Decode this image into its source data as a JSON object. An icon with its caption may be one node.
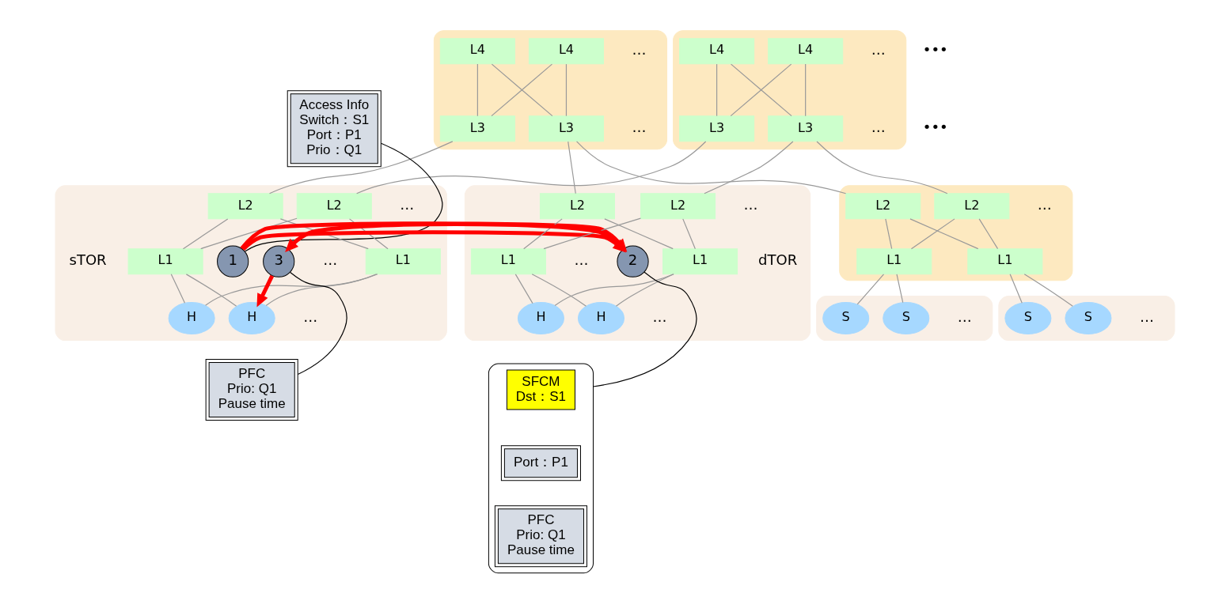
{
  "diagram": {
    "nodes": [
      {
        "text": [],
        "shape": "box"
      },
      {
        "text": [
          "L4"
        ],
        "in": 0
      },
      {
        "text": [
          "L4"
        ],
        "in": 0
      },
      {
        "text": [
          "L3"
        ],
        "in": 0
      },
      {
        "text": [
          "L3"
        ],
        "in": 0
      },
      {
        "text": [],
        "shape": "box"
      },
      {
        "text": [
          "L4"
        ],
        "in": 5
      },
      {
        "text": [
          "L4"
        ],
        "in": 5
      },
      {
        "text": [
          "L3"
        ],
        "in": 5
      },
      {
        "text": [
          "L3"
        ],
        "in": 5
      },
      {
        "text": [
          "Access Info",
          "Switch：S1",
          "Port：P1",
          "Prio：Q1"
        ]
      },
      {
        "text": [],
        "shape": "box"
      },
      {
        "text": [
          "L2"
        ],
        "in": 11
      },
      {
        "text": [
          "L2"
        ],
        "in": 11
      },
      {
        "text": [
          "L1"
        ],
        "in": 11,
        "beside": [
          "sTOR"
        ]
      },
      {
        "text": [
          "L1"
        ],
        "in": 11
      },
      {
        "text": [
          "H"
        ],
        "in": 11
      },
      {
        "text": [
          "H"
        ],
        "in": 11
      },
      {
        "text": [
          "1"
        ],
        "in": 11
      },
      {
        "text": [
          "3"
        ],
        "in": 11
      },
      {
        "text": [],
        "shape": "box"
      },
      {
        "text": [
          "L2"
        ],
        "in": 20
      },
      {
        "text": [
          "L2"
        ],
        "in": 20
      },
      {
        "text": [
          "L1"
        ],
        "in": 20
      },
      {
        "text": [
          "L1"
        ],
        "in": 20,
        "beside": [
          "dTOR"
        ]
      },
      {
        "text": [
          "H"
        ],
        "in": 20
      },
      {
        "text": [
          "H"
        ],
        "in": 20
      },
      {
        "text": [
          "2"
        ],
        "in": 20
      },
      {
        "text": [],
        "shape": "box"
      },
      {
        "text": [
          "L2"
        ],
        "in": 28
      },
      {
        "text": [
          "L2"
        ],
        "in": 28
      },
      {
        "text": [
          "L1"
        ],
        "in": 28
      },
      {
        "text": [
          "L1"
        ],
        "in": 28
      },
      {
        "text": [],
        "shape": "box"
      },
      {
        "text": [
          "S"
        ],
        "in": 33
      },
      {
        "text": [
          "S"
        ],
        "in": 33
      },
      {
        "text": [],
        "shape": "box"
      },
      {
        "text": [
          "S"
        ],
        "in": 36
      },
      {
        "text": [
          "S"
        ],
        "in": 36
      },
      {
        "text": [
          "PFC",
          "Prio: Q1",
          "Pause time"
        ]
      },
      {
        "text": [],
        "shape": "box"
      },
      {
        "text": [
          "SFCM",
          "Dst：S1"
        ],
        "in": 40
      },
      {
        "text": [
          "Port：P1"
        ],
        "in": 40
      },
      {
        "text": [
          "PFC",
          "Prio: Q1",
          "Pause time"
        ],
        "in": 40
      }
    ],
    "edges": [
      {
        "from": 1,
        "to": 3,
        "arrow": "none"
      },
      {
        "from": 1,
        "to": 4,
        "arrow": "none"
      },
      {
        "from": 2,
        "to": 3,
        "arrow": "none"
      },
      {
        "from": 2,
        "to": 4,
        "arrow": "none"
      },
      {
        "from": 6,
        "to": 8,
        "arrow": "none"
      },
      {
        "from": 6,
        "to": 9,
        "arrow": "none"
      },
      {
        "from": 7,
        "to": 8,
        "arrow": "none"
      },
      {
        "from": 7,
        "to": 9,
        "arrow": "none"
      },
      {
        "from": 3,
        "to": 12,
        "arrow": "none"
      },
      {
        "from": 4,
        "to": 21,
        "arrow": "none"
      },
      {
        "from": 4,
        "to": 29,
        "arrow": "none"
      },
      {
        "from": 8,
        "to": 13,
        "arrow": "none"
      },
      {
        "from": 9,
        "to": 22,
        "arrow": "none"
      },
      {
        "from": 9,
        "to": 30,
        "arrow": "none"
      },
      {
        "from": 12,
        "to": 14,
        "arrow": "none"
      },
      {
        "from": 12,
        "to": 15,
        "arrow": "none"
      },
      {
        "from": 13,
        "to": 14,
        "arrow": "none"
      },
      {
        "from": 13,
        "to": 15,
        "arrow": "none"
      },
      {
        "from": 14,
        "to": 16,
        "arrow": "none"
      },
      {
        "from": 14,
        "to": 17,
        "arrow": "none"
      },
      {
        "from": 15,
        "to": 16,
        "arrow": "none"
      },
      {
        "from": 15,
        "to": 17,
        "arrow": "none"
      },
      {
        "from": 21,
        "to": 23,
        "arrow": "none"
      },
      {
        "from": 21,
        "to": 24,
        "arrow": "none"
      },
      {
        "from": 22,
        "to": 23,
        "arrow": "none"
      },
      {
        "from": 22,
        "to": 24,
        "arrow": "none"
      },
      {
        "from": 23,
        "to": 25,
        "arrow": "none"
      },
      {
        "from": 23,
        "to": 26,
        "arrow": "none"
      },
      {
        "from": 24,
        "to": 25,
        "arrow": "none"
      },
      {
        "from": 24,
        "to": 26,
        "arrow": "none"
      },
      {
        "from": 29,
        "to": 31,
        "arrow": "none"
      },
      {
        "from": 29,
        "to": 32,
        "arrow": "none"
      },
      {
        "from": 30,
        "to": 31,
        "arrow": "none"
      },
      {
        "from": 30,
        "to": 32,
        "arrow": "none"
      },
      {
        "from": 31,
        "to": 34,
        "arrow": "none"
      },
      {
        "from": 31,
        "to": 35,
        "arrow": "none"
      },
      {
        "from": 32,
        "to": 37,
        "arrow": "none"
      },
      {
        "from": 32,
        "to": 38,
        "arrow": "none"
      },
      {
        "from": 10,
        "to": 18,
        "arrow": "none",
        "color": "#000000"
      },
      {
        "from": 39,
        "to": 19,
        "arrow": "none",
        "color": "#000000"
      },
      {
        "from": 40,
        "to": 27,
        "arrow": "none",
        "color": "#000000"
      },
      {
        "from": 18,
        "to": 27,
        "arrow": "to",
        "style": "thick",
        "color": "#ff0000"
      },
      {
        "from": 27,
        "to": 19,
        "arrow": "to",
        "style": "thick",
        "color": "#ff0000"
      },
      {
        "from": 19,
        "to": 16,
        "arrow": "to",
        "style": "thick",
        "color": "#ff0000"
      }
    ],
    "labels": [
      "…",
      "…",
      "•••",
      "…",
      "…",
      "…",
      "…",
      "…",
      "•••",
      "…",
      "…",
      "…",
      "…",
      "…",
      "…"
    ]
  }
}
